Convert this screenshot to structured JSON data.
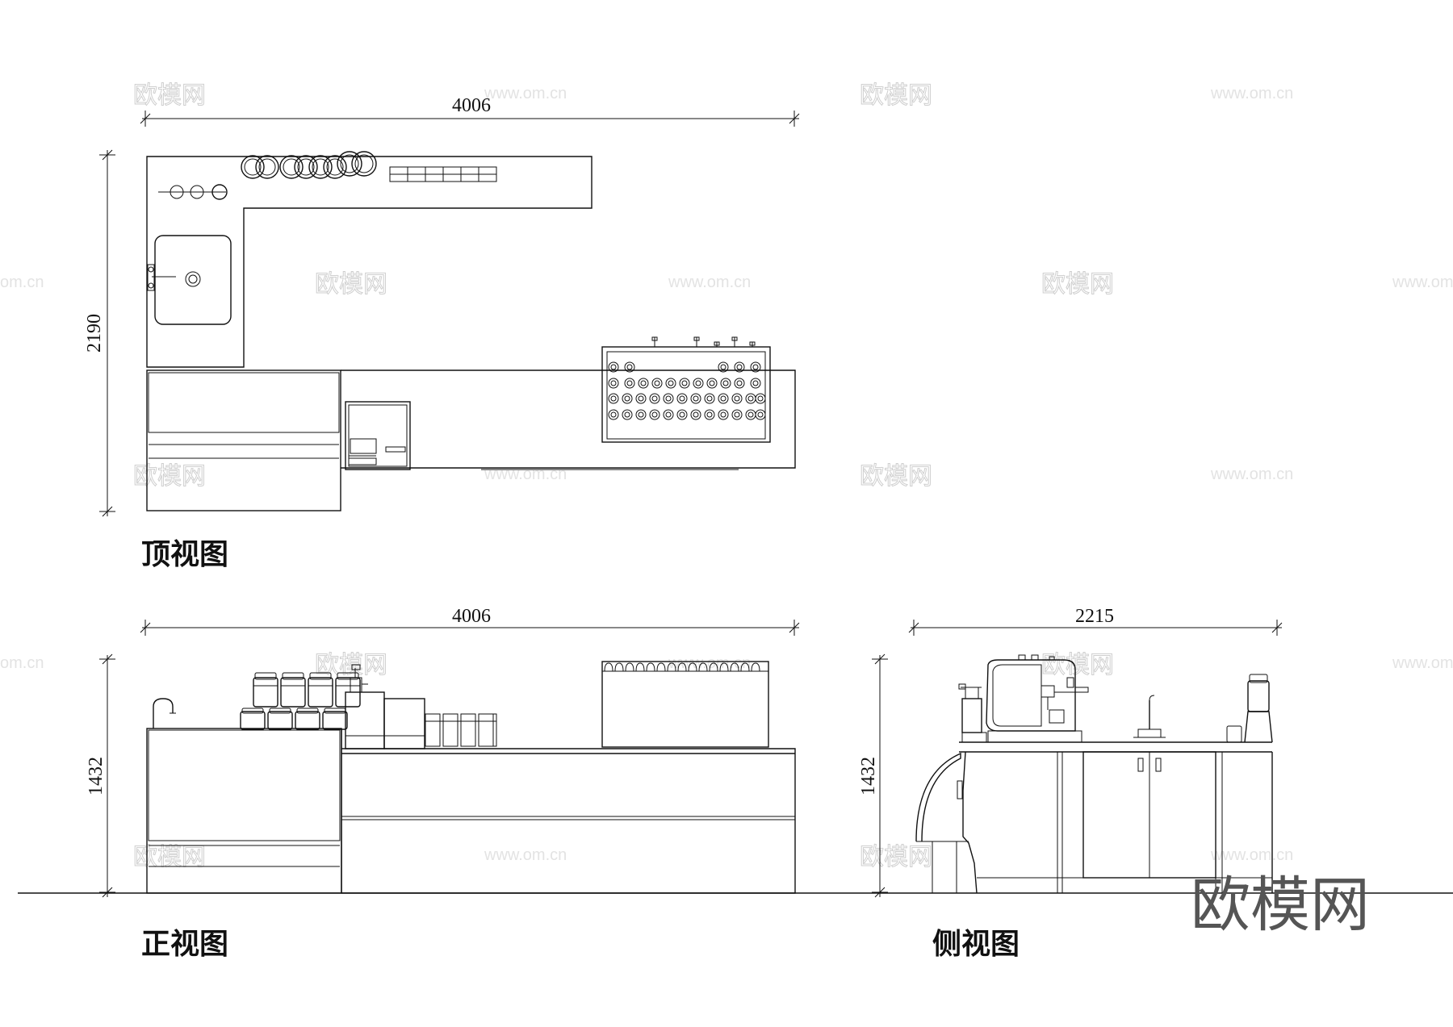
{
  "top_view": {
    "label": "顶视图",
    "width_dim": "4006",
    "depth_dim": "2190"
  },
  "front_view": {
    "label": "正视图",
    "width_dim": "4006",
    "height_dim": "1432"
  },
  "side_view": {
    "label": "侧视图",
    "width_dim": "2215",
    "height_dim": "1432"
  },
  "watermark": {
    "brand_text": "欧模网",
    "url_text": "www.om.cn",
    "url_fragment": "om.cn"
  }
}
